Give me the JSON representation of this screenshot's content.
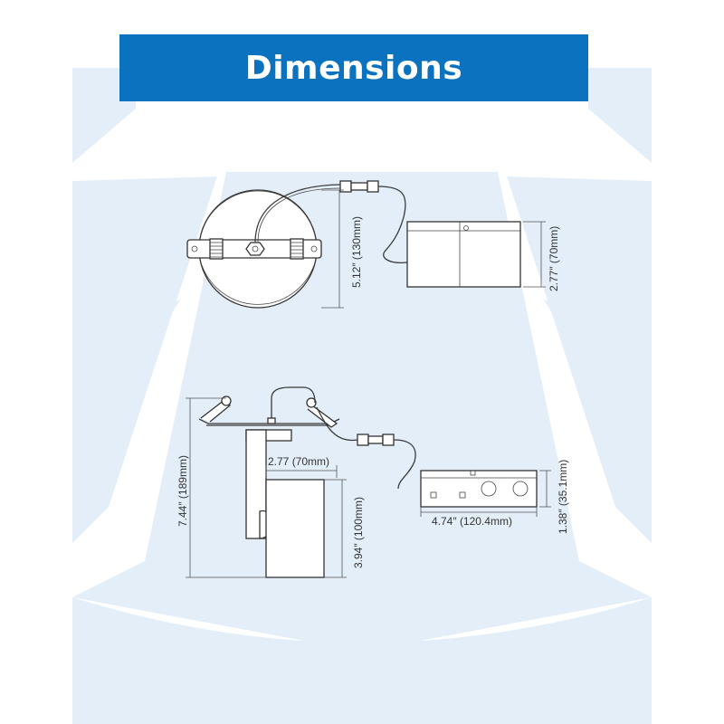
{
  "title": "Dimensions",
  "colors": {
    "banner": "#0a72bf",
    "light_rays": "#e3eef8",
    "line": "#333333"
  },
  "top_view": {
    "diameter_label": "5.12″ (130mm)",
    "junction_box_height_label": "2.77″ (70mm)"
  },
  "side_view": {
    "overall_height_label": "7.44″ (189mm)",
    "width_label": "2.77 (70mm)",
    "lower_height_label": "3.94″ (100mm)",
    "driver_box_length_label": "4.74″ (120.4mm)",
    "driver_box_height_label": "1.38″ (35.1mm)"
  }
}
